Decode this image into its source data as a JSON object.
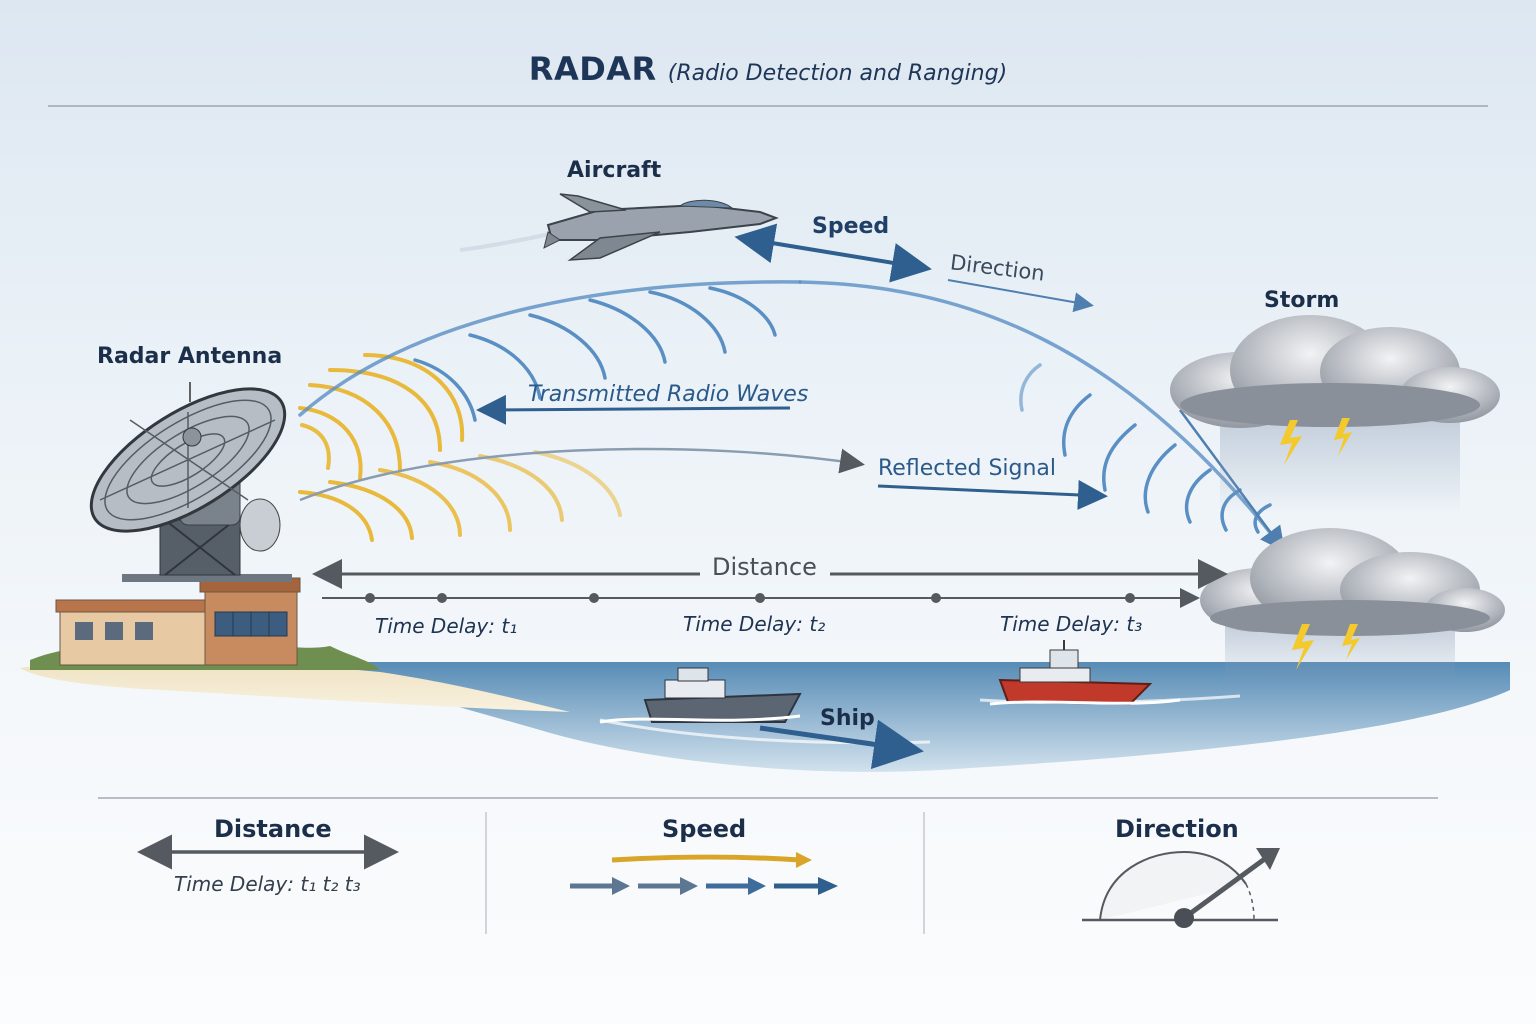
{
  "title": {
    "main": "RADAR",
    "subtitle": "(Radio Detection and Ranging)"
  },
  "labels": {
    "aircraft": "Aircraft",
    "speed": "Speed",
    "direction": "Direction",
    "storm": "Storm",
    "radar_antenna": "Radar Antenna",
    "transmitted": "Transmitted Radio Waves",
    "reflected": "Reflected Signal",
    "distance": "Distance",
    "ship": "Ship"
  },
  "time_delays": [
    "Time Delay:  t₁",
    "Time Delay:  t₂",
    "Time Delay:  t₃"
  ],
  "legend": {
    "distance": {
      "title": "Distance",
      "caption": "Time Delay:  t₁  t₂  t₃"
    },
    "speed": {
      "title": "Speed"
    },
    "direction": {
      "title": "Direction"
    }
  },
  "colors": {
    "navy": "#1d3557",
    "wave_blue": "#5a8fc4",
    "wave_yellow": "#e8b93a",
    "arrow_blue": "#2f5f8f",
    "gray_arrow": "#555a60",
    "sea": "#5f92b8",
    "roof": "#b8744a",
    "storm_cloud": "#8d929b",
    "lightning": "#f4c92b"
  }
}
